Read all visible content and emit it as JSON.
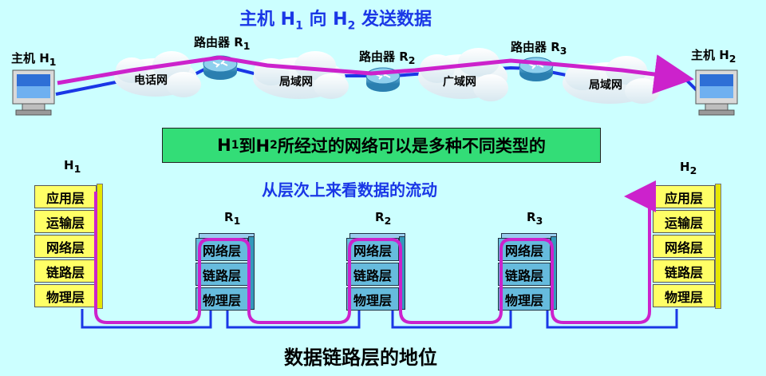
{
  "title": {
    "prefix": "主机 H",
    "h1sub": "1",
    "mid": " 向 H",
    "h2sub": "2",
    "suffix": " 发送数据"
  },
  "top": {
    "hosts": [
      {
        "label": "主机 H",
        "sub": "1"
      },
      {
        "label": "主机 H",
        "sub": "2"
      }
    ],
    "routers": [
      {
        "label": "路由器 R",
        "sub": "1"
      },
      {
        "label": "路由器 R",
        "sub": "2"
      },
      {
        "label": "路由器 R",
        "sub": "3"
      }
    ],
    "networks": [
      "电话网",
      "局域网",
      "广域网",
      "局域网"
    ]
  },
  "green_box": {
    "pre": "H",
    "sub1": "1",
    "mid": " 到H",
    "sub2": "2",
    "post": " 所经过的网络可以是多种不同类型的"
  },
  "subtitle": "从层次上来看数据的流动",
  "stacks": {
    "h1": {
      "label": "H",
      "sub": "1",
      "layers": [
        "应用层",
        "运输层",
        "网络层",
        "链路层",
        "物理层"
      ]
    },
    "r1": {
      "label": "R",
      "sub": "1",
      "layers": [
        "网络层",
        "链路层",
        "物理层"
      ]
    },
    "r2": {
      "label": "R",
      "sub": "2",
      "layers": [
        "网络层",
        "链路层",
        "物理层"
      ]
    },
    "r3": {
      "label": "R",
      "sub": "3",
      "layers": [
        "网络层",
        "链路层",
        "物理层"
      ]
    },
    "h2": {
      "label": "H",
      "sub": "2",
      "layers": [
        "应用层",
        "运输层",
        "网络层",
        "链路层",
        "物理层"
      ]
    }
  },
  "bottom_title": "数据链路层的地位",
  "colors": {
    "background": "#CCFFFF",
    "title_blue": "#1A37E6",
    "path_magenta": "#CC22CC",
    "link_blue": "#1A37E6",
    "green_box": "#33DD77",
    "host_layer": "#FFFF66",
    "router_layer": "#66BBDD"
  }
}
